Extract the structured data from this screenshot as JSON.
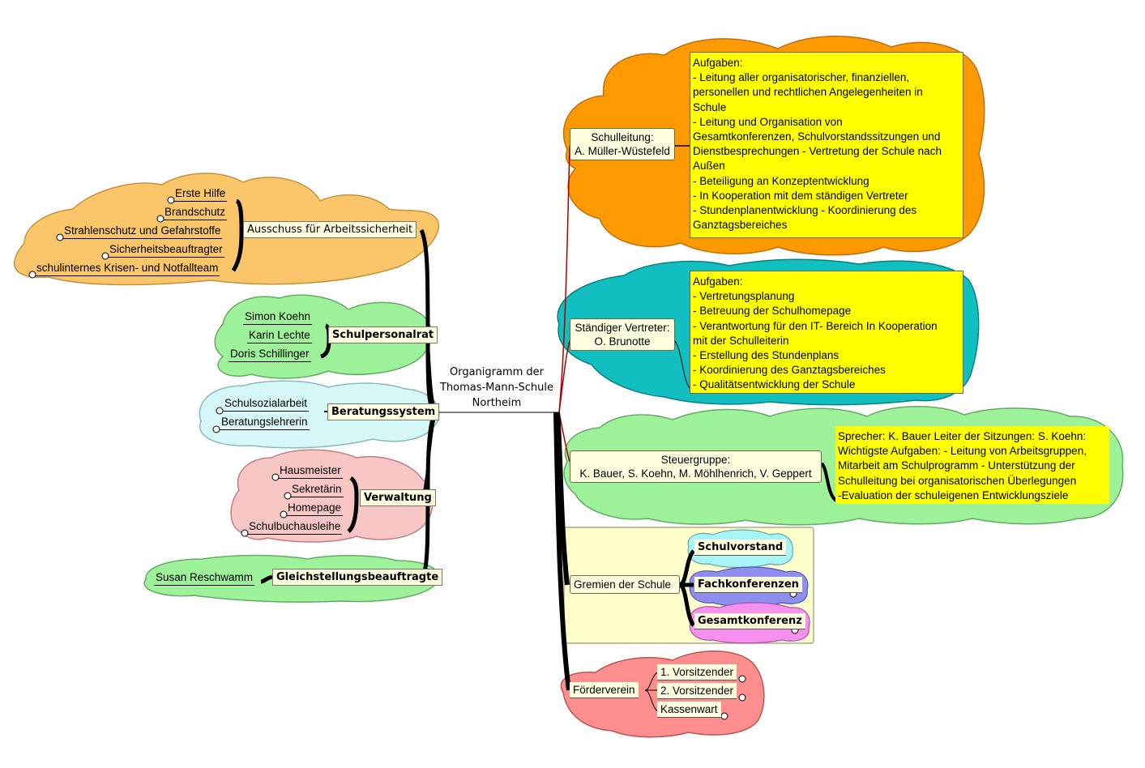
{
  "center": {
    "line1": "Organigramm der",
    "line2": "Thomas-Mann-Schule",
    "line3": "Northeim"
  },
  "left": {
    "arbeitssicherheit": {
      "title": "Ausschuss für Arbeitssicherheit",
      "items": [
        "Erste Hilfe",
        "Brandschutz",
        "Strahlenschutz und Gefahrstoffe",
        "Sicherheitsbeauftragter",
        "schulinternes Krisen- und Notfallteam"
      ]
    },
    "schulpersonalrat": {
      "title": "Schulpersonalrat",
      "items": [
        "Simon Koehn",
        "Karin Lechte",
        "Doris Schillinger"
      ]
    },
    "beratung": {
      "title": "Beratungssystem",
      "items": [
        "Schulsozialarbeit",
        "Beratungslehrerin"
      ]
    },
    "verwaltung": {
      "title": "Verwaltung",
      "items": [
        "Hausmeister",
        "Sekretärin",
        "Homepage",
        "Schulbuchausleihe"
      ]
    },
    "gleichstellung": {
      "title": "Gleichstellungsbeauftragte",
      "items": [
        "Susan Reschwamm"
      ]
    }
  },
  "right": {
    "schulleitung": {
      "label1": "Schulleitung:",
      "label2": "A. Müller-Wüstefeld",
      "tasks": [
        "Aufgaben:",
        "- Leitung aller organisatorischer, finanziellen,",
        "personellen und   rechtlichen Angelegenheiten in",
        "Schule",
        "- Leitung und Organisation von",
        "Gesamtkonferenzen, Schulvorstandssitzungen und",
        "Dienstbesprechungen - Vertretung der Schule nach",
        "Außen",
        "- Beteiligung an Konzeptentwicklung",
        "- In Kooperation mit dem ständigen Vertreter",
        "- Stundenplanentwicklung - Koordinierung des",
        "Ganztagsbereiches"
      ]
    },
    "vertreter": {
      "label1": "Ständiger Vertreter:",
      "label2": "O. Brunotte",
      "tasks": [
        "Aufgaben:",
        "- Vertretungsplanung",
        " - Betreuung der Schulhomepage",
        "- Verantwortung für den IT- Bereich In Kooperation",
        "mit der Schulleiterin",
        "- Erstellung des Stundenplans",
        "- Koordinierung des Ganztagsbereiches",
        "- Qualitätsentwicklung der Schule"
      ]
    },
    "steuergruppe": {
      "label1": "Steuergruppe:",
      "label2": "K. Bauer, S. Koehn, M. Möhlhenrich, V. Geppert",
      "tasks": [
        "Sprecher: K. Bauer Leiter der Sitzungen: S. Koehn:",
        "Wichtigste Aufgaben:  - Leitung von Arbeitsgruppen,",
        "Mitarbeit am Schulprogramm  - Unterstützung der",
        "Schulleitung bei organisatorischen Überlegungen",
        "-Evaluation der schuleigenen Entwicklungsziele"
      ]
    },
    "gremien": {
      "title": "Gremien der Schule",
      "items": [
        "Schulvorstand",
        "Fachkonferenzen",
        "Gesamtkonferenz"
      ]
    },
    "foerderverein": {
      "title": "Förderverein",
      "items": [
        "1. Vorsitzender",
        "2. Vorsitzender",
        "Kassenwart"
      ]
    }
  },
  "colors": {
    "orange_cloud": "#fbc56a",
    "green_cloud": "#9ef29a",
    "cyan_cloud": "#d6f8f8",
    "pink_cloud": "#f9c6c6",
    "dark_orange_cloud": "#ff9900",
    "teal_cloud": "#11bfc0",
    "red_cloud": "#ff8e8e",
    "yellow_box": "#ffff00",
    "gremien_panel": "#ffffcc",
    "schulvorstand": "#a8f5f8",
    "fachkonferenzen": "#8f8ff0",
    "gesamtkonferenz": "#f890f0"
  }
}
